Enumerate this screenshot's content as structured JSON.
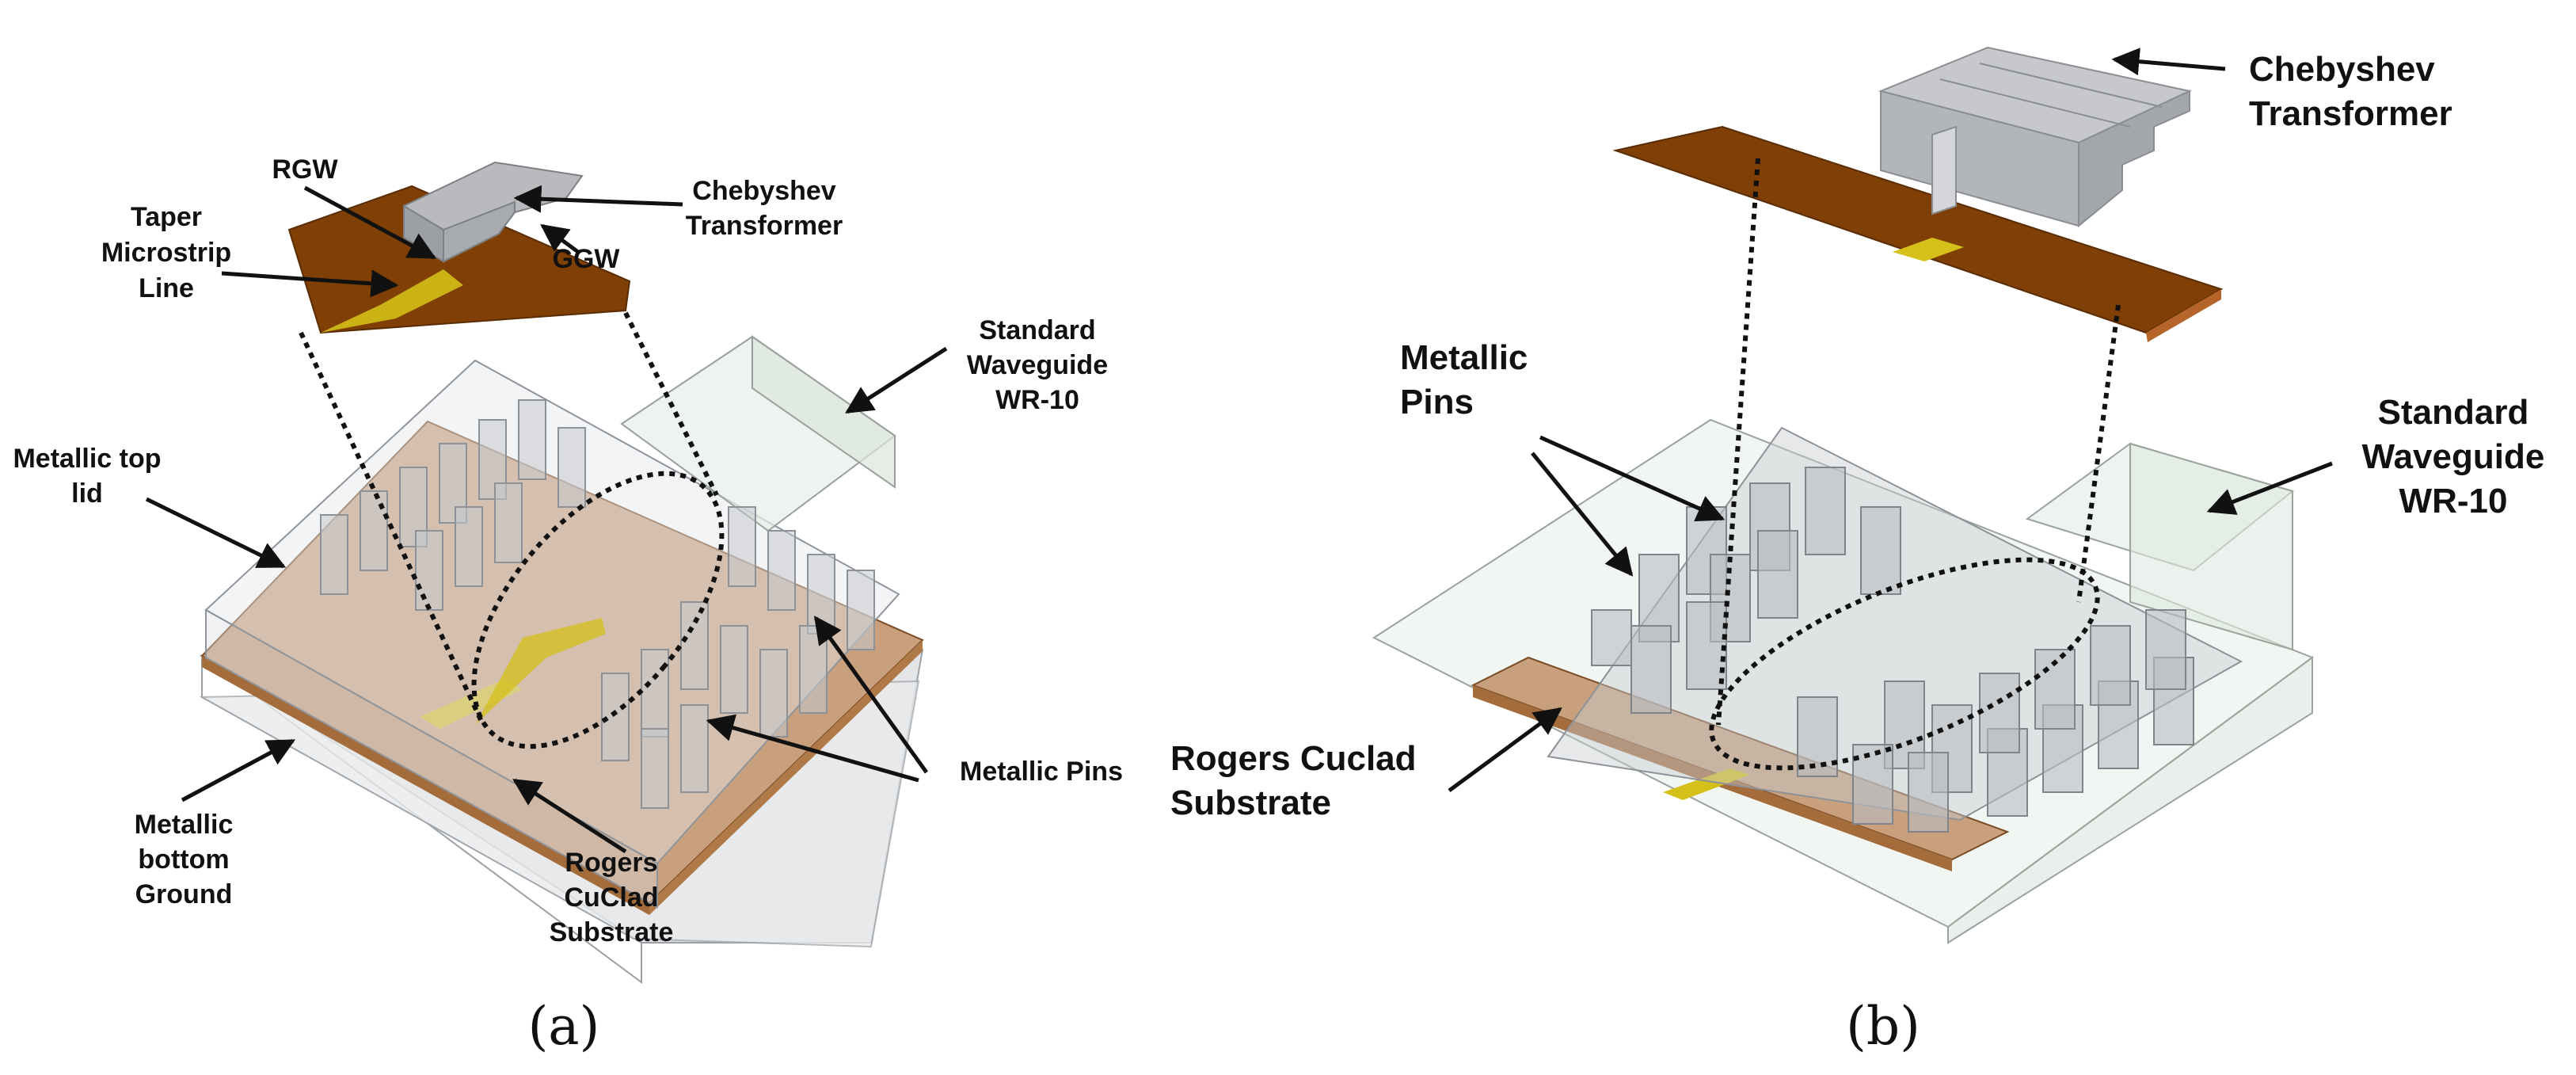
{
  "panel_a": {
    "caption": "(a)",
    "labels": {
      "rgw": "RGW",
      "taper_1": "Taper",
      "taper_2": "Microstrip",
      "taper_3": "Line",
      "cheb_1": "Chebyshev",
      "cheb_2": "Transformer",
      "ggw": "GGW",
      "std_1": "Standard",
      "std_2": "Waveguide",
      "std_3": "WR-10",
      "toplid_1": "Metallic top",
      "toplid_2": "lid",
      "pins": "Metallic Pins",
      "ground_1": "Metallic",
      "ground_2": "bottom",
      "ground_3": "Ground",
      "sub_1": "Rogers",
      "sub_2": "CuClad",
      "sub_3": "Substrate"
    }
  },
  "panel_b": {
    "caption": "(b)",
    "labels": {
      "cheb_1": "Chebyshev",
      "cheb_2": "Transformer",
      "pins_1": "Metallic",
      "pins_2": "Pins",
      "std_1": "Standard",
      "std_2": "Waveguide",
      "std_3": "WR-10",
      "sub_1": "Rogers Cuclad",
      "sub_2": "Substrate"
    }
  },
  "colors": {
    "substrate": "#7f3f05",
    "substrate_in_box": "#c8a07e",
    "microstrip": "#d4c018",
    "metal": "#b8babd",
    "box_fill": "#dfe3e6",
    "waveguide_fill": "#e6efe8",
    "lines": "#111111"
  }
}
